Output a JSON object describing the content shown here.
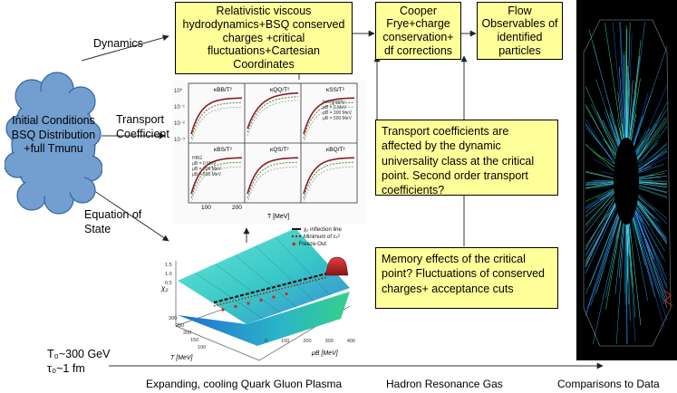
{
  "boxes": {
    "hydro": "Relativistic viscous hydrodynamics+BSQ conserved charges +critical fluctuations+Cartesian Coordinates",
    "cooper": "Cooper Frye+charge conservation+ df corrections",
    "flow": "Flow Observables of identified particles"
  },
  "initial_conditions": "Initial Conditions BSQ Distribution +full Tmunu",
  "left_labels": {
    "dynamics": "Dynamics",
    "transport": "Transport Coefficient s",
    "eos": "Equation of State"
  },
  "notes": {
    "transport_note": "Transport coefficients are affected by the dynamic universality class at the critical point. Second order transport coefficients?",
    "memory_note": "Memory effects of the critical point? Fluctuations of conserved charges+ acceptance cuts"
  },
  "initial_params": {
    "temperature": "T₀~300 GeV",
    "time": "τ₀~1 fm"
  },
  "bottom": {
    "qgp": "Expanding, cooling Quark Gluon Plasma",
    "hrg": "Hadron Resonance Gas",
    "data": "Comparisons to Data"
  },
  "transport_plot": {
    "panel_titles": [
      "κBB/T²",
      "κQQ/T²",
      "κSS/T²",
      "κBS/T²",
      "κQS/T²",
      "κBQ/T²"
    ],
    "y_ticks": [
      "10⁰",
      "10⁻¹",
      "10⁻²",
      "10⁻³"
    ],
    "x_ticks": [
      "100",
      "200"
    ],
    "x_axis_label": "T [MeV]",
    "legend_hrg": [
      "HRG",
      "μB = 0 MeV",
      "μB = 300 MeV",
      "μB = 500 MeV"
    ],
    "legend_holo": [
      "holography",
      "μB = 0 MeV",
      "μB = 300 MeV",
      "μB = 500 MeV"
    ]
  },
  "eos_plot": {
    "legend": [
      "χ₂ inflection line",
      "Minimum of cₛ²",
      "Freeze-Out"
    ],
    "z_label": "χ₂",
    "t_label": "T [MeV]",
    "mu_label": "μB [MeV]",
    "t_ticks": [
      "300",
      "250",
      "200",
      "150",
      "100"
    ],
    "mu_ticks": [
      "0",
      "100",
      "200",
      "300",
      "400"
    ],
    "z_ticks": [
      "1.5",
      "1.0",
      "0.5"
    ]
  },
  "colors": {
    "box_fill": "#ffff99",
    "cloud_fill": "#729fcf",
    "surface_cyan": "#38d6c8",
    "surface_blue": "#2f7fd0",
    "peak_red": "#c42a2a"
  }
}
